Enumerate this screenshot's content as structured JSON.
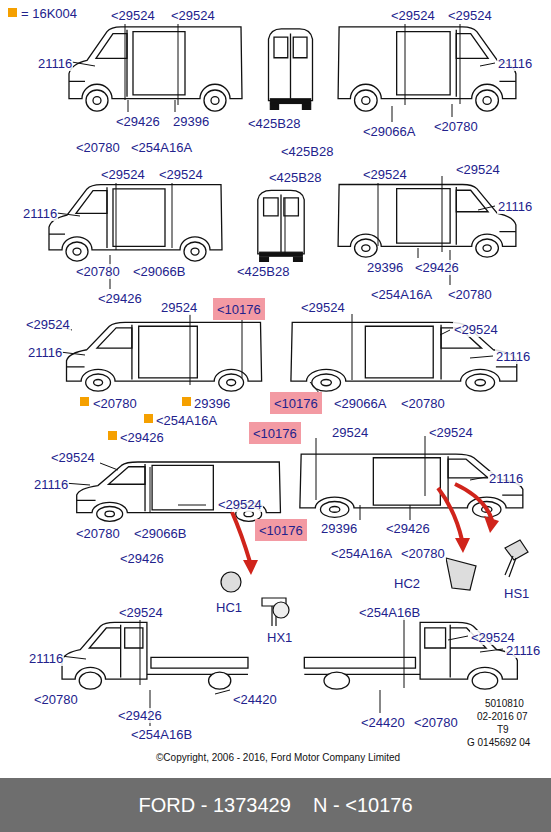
{
  "diagram": {
    "caption": "FORD - 1373429    N - <10176",
    "nodes": [
      {
        "text": [
          "<10176"
        ]
      },
      {
        "text": [
          "<10176"
        ]
      },
      {
        "text": [
          "<10176"
        ]
      },
      {
        "text": [
          "<10176"
        ]
      }
    ],
    "labels": [
      "<29524",
      "<29524",
      "<29524",
      "<29524",
      "21116",
      "21116",
      "<29426",
      "29396",
      "<20780",
      "<254A16A",
      "<425B28",
      "<425B28",
      "<29066A",
      "<20780",
      "<29524",
      "<29524",
      "<425B28",
      "<29524",
      "<29524",
      "21116",
      "21116",
      "<20780",
      "<29066B",
      "<29426",
      "<425B28",
      "29396",
      "<29426",
      "<254A16A",
      "<20780",
      "<29524",
      "29524",
      "<29524",
      "<29524",
      "21116",
      "21116",
      "<20780",
      "29396",
      "<254A16A",
      "<29426",
      "<29066A",
      "<20780",
      "29524",
      "<29524",
      "<29524",
      "<29524",
      "21116",
      "21116",
      "<20780",
      "<29066B",
      "<29426",
      "29396",
      "<29426",
      "<254A16A",
      "<20780",
      "HC1",
      "HX1",
      "HC2",
      "HS1",
      "<29524",
      "<254A16B",
      "<29524",
      "21116",
      "21116",
      "<20780",
      "<29426",
      "<24420",
      "<254A16B",
      "<24420",
      "<20780",
      "5010810",
      "02-2016 07",
      "T9",
      "G 0145692 04",
      "©Copyright, 2006 - 2016, Ford Motor Company Limited"
    ],
    "legend": [
      {
        "text": "= 16K004",
        "color": "#f5a000"
      }
    ]
  }
}
